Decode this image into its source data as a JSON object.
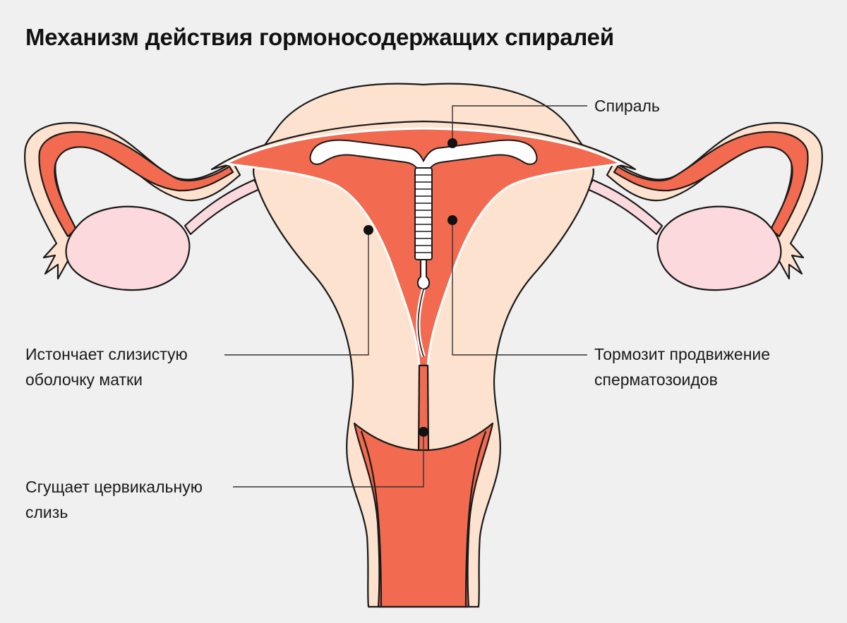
{
  "title": "Механизм действия гормоносодержащих спиралей",
  "labels": {
    "spiral": "Спираль",
    "thins_line1": "Истончает слизистую",
    "thins_line2": "оболочку матки",
    "slows_line1": "Тормозит продвижение",
    "slows_line2": "сперматозоидов",
    "thickens_line1": "Сгущает цервикальную",
    "thickens_line2": "слизь"
  },
  "colors": {
    "background": "#f0f0f0",
    "tissue": "#fde3cf",
    "cavity": "#f26a4f",
    "ovary": "#fcd9dc",
    "outline": "#1a1a1a",
    "iud": "#ffffff"
  }
}
